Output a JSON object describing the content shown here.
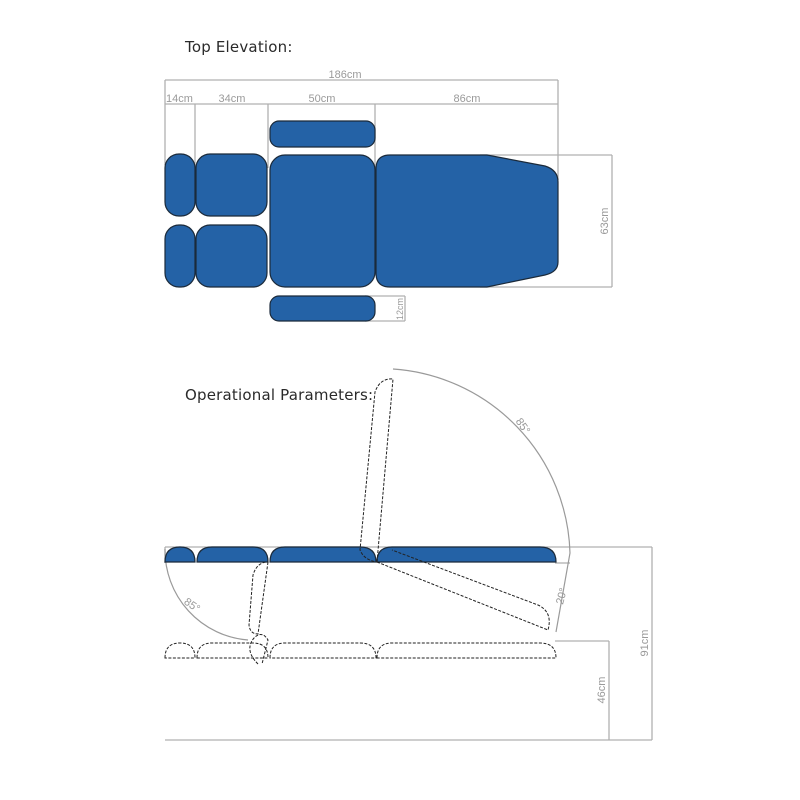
{
  "top_elevation": {
    "title": "Top Elevation:",
    "dimensions": {
      "total_length": "186cm",
      "head_segment": "14cm",
      "upper_segment": "34cm",
      "middle_segment": "50cm",
      "back_segment": "86cm",
      "width": "63cm",
      "armrest_width": "12cm"
    }
  },
  "operational_parameters": {
    "title": "Operational Parameters:",
    "dimensions": {
      "backrest_angle": "85°",
      "leg_section_angle": "85°",
      "tilt_angle": "20°",
      "max_height": "91cm",
      "min_height": "46cm"
    }
  },
  "colors": {
    "upholstery": "#2462a6",
    "outline": "#1b2a3a",
    "dimension_lines": "#b0b0b0"
  }
}
